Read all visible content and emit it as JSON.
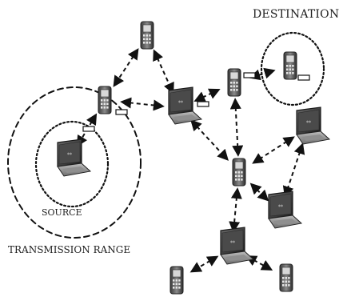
{
  "labels": {
    "destination": "DESTINATION",
    "source": "SOURCE",
    "transmission_range": "TRANSMISSION RANGE"
  },
  "nodes": [
    {
      "id": "phone-top",
      "device": "phone"
    },
    {
      "id": "phone-source-relay",
      "device": "phone"
    },
    {
      "id": "laptop-source",
      "device": "laptop"
    },
    {
      "id": "laptop-center",
      "device": "laptop"
    },
    {
      "id": "phone-upper-right",
      "device": "phone"
    },
    {
      "id": "phone-destination",
      "device": "phone"
    },
    {
      "id": "laptop-right",
      "device": "laptop"
    },
    {
      "id": "phone-middle",
      "device": "phone"
    },
    {
      "id": "laptop-lower-right",
      "device": "laptop"
    },
    {
      "id": "laptop-bottom",
      "device": "laptop"
    },
    {
      "id": "phone-bottom-left",
      "device": "phone"
    },
    {
      "id": "phone-bottom-right",
      "device": "phone"
    }
  ],
  "links": [
    [
      "phone-top",
      "phone-source-relay"
    ],
    [
      "phone-top",
      "laptop-center"
    ],
    [
      "phone-source-relay",
      "laptop-center"
    ],
    [
      "phone-source-relay",
      "laptop-source"
    ],
    [
      "laptop-center",
      "phone-upper-right"
    ],
    [
      "phone-upper-right",
      "phone-destination"
    ],
    [
      "phone-upper-right",
      "phone-middle"
    ],
    [
      "laptop-center",
      "phone-middle"
    ],
    [
      "laptop-right",
      "phone-middle"
    ],
    [
      "laptop-right",
      "laptop-lower-right"
    ],
    [
      "phone-middle",
      "laptop-lower-right"
    ],
    [
      "phone-middle",
      "laptop-bottom"
    ],
    [
      "laptop-bottom",
      "phone-bottom-left"
    ],
    [
      "laptop-bottom",
      "phone-bottom-right"
    ]
  ],
  "ranges": [
    {
      "id": "transmission-range-circle",
      "style": "dashed"
    },
    {
      "id": "source-range-circle",
      "style": "dotted"
    },
    {
      "id": "destination-range-circle",
      "style": "dotted"
    }
  ]
}
